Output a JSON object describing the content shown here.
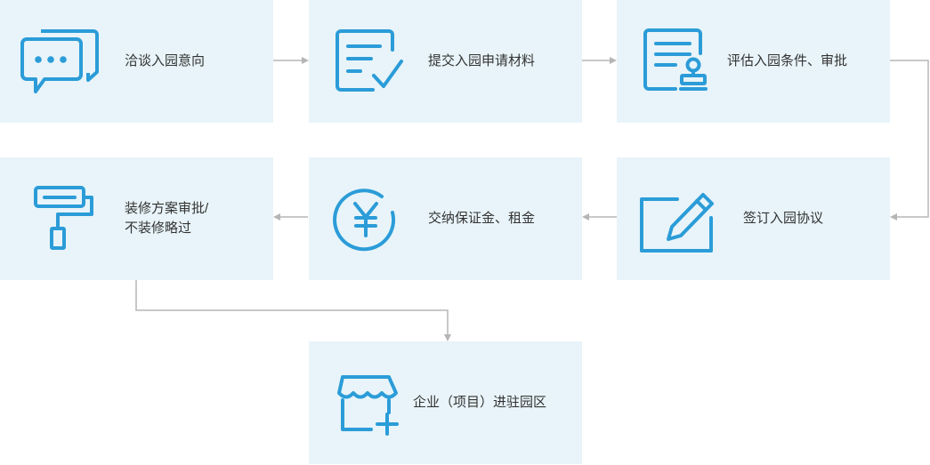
{
  "flow": {
    "accent_color": "#2b9cd8",
    "connector_color": "#b5b5b5",
    "steps": [
      {
        "label": "洽谈入园意向",
        "icon": "chat-bubbles-icon"
      },
      {
        "label": "提交入园申请材料",
        "icon": "document-check-icon"
      },
      {
        "label": "评估入园条件、审批",
        "icon": "document-stamp-icon"
      },
      {
        "label": "签订入园协议",
        "icon": "sign-pen-icon"
      },
      {
        "label": "交纳保证金、租金",
        "icon": "yen-coin-icon"
      },
      {
        "label": "装修方案审批/\n不装修略过",
        "icon": "paint-roller-icon"
      },
      {
        "label": "企业（项目）进驻园区",
        "icon": "storefront-add-icon"
      }
    ]
  }
}
